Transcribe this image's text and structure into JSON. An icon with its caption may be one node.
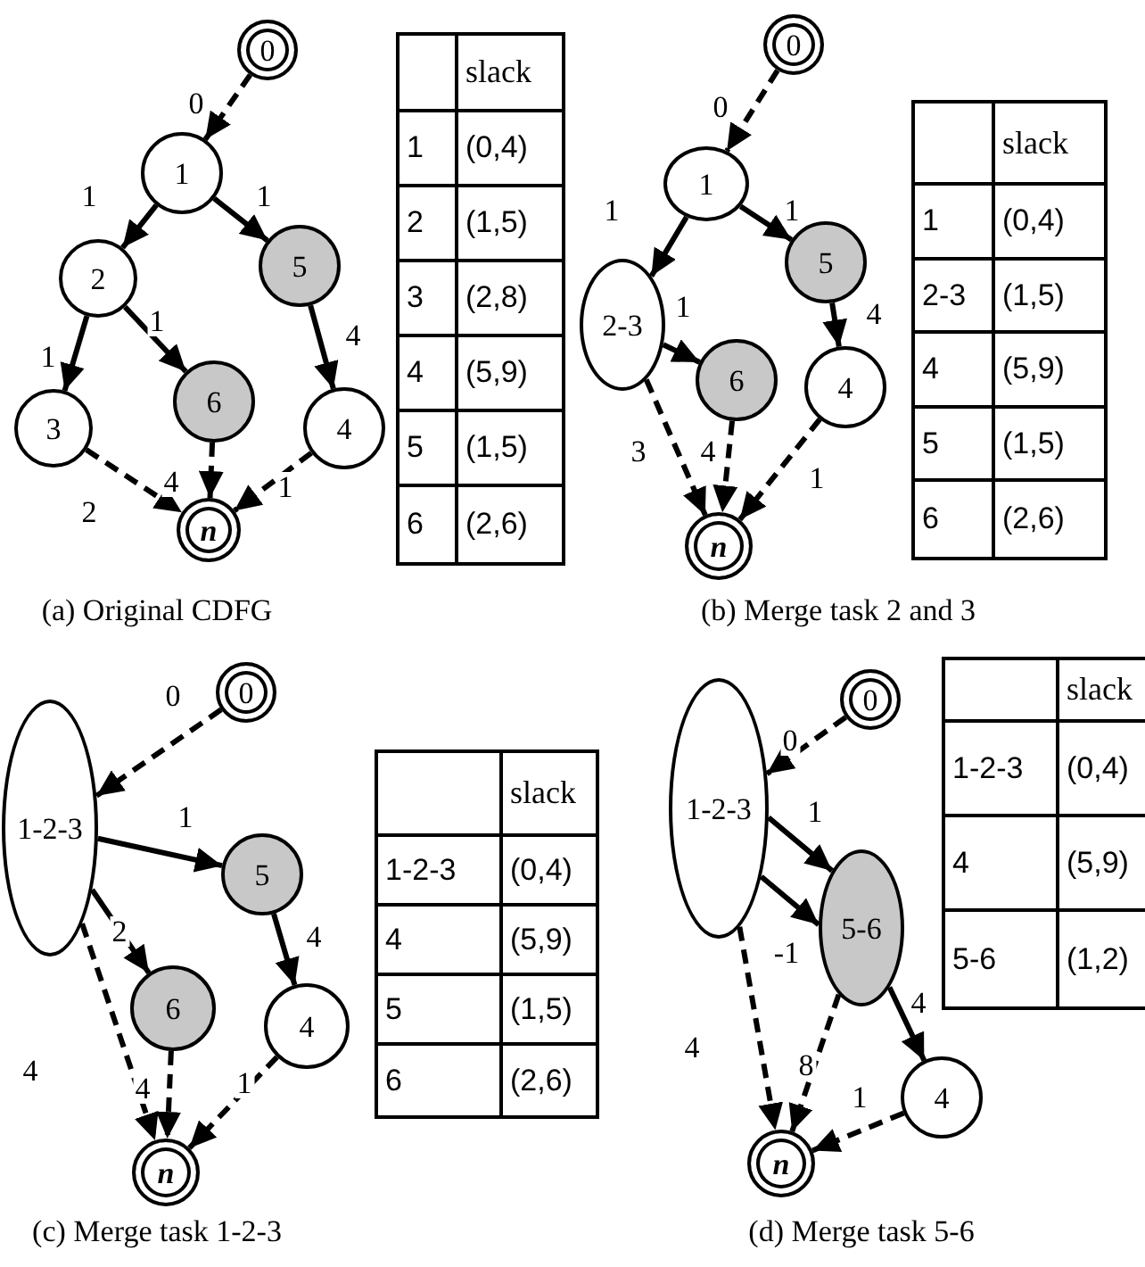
{
  "diagram": {
    "nodes": [
      {
        "text": [
          "0"
        ]
      },
      {
        "text": [
          "1"
        ]
      },
      {
        "text": [
          "2"
        ]
      },
      {
        "text": [
          "5"
        ]
      },
      {
        "text": [
          "3"
        ]
      },
      {
        "text": [
          "6"
        ]
      },
      {
        "text": [
          "4"
        ]
      },
      {
        "text": [
          "n"
        ]
      },
      {
        "text": [
          "0"
        ]
      },
      {
        "text": [
          "1"
        ]
      },
      {
        "text": [
          "2-3"
        ]
      },
      {
        "text": [
          "5"
        ]
      },
      {
        "text": [
          "6"
        ]
      },
      {
        "text": [
          "4"
        ]
      },
      {
        "text": [
          "n"
        ]
      },
      {
        "text": [
          "0"
        ]
      },
      {
        "text": [
          "1-2-3"
        ]
      },
      {
        "text": [
          "5"
        ]
      },
      {
        "text": [
          "6"
        ]
      },
      {
        "text": [
          "4"
        ]
      },
      {
        "text": [
          "n"
        ]
      },
      {
        "text": [
          "0"
        ]
      },
      {
        "text": [
          "1-2-3"
        ]
      },
      {
        "text": [
          "5-6"
        ]
      },
      {
        "text": [
          "4"
        ]
      },
      {
        "text": [
          "n"
        ]
      }
    ],
    "edges": [
      {
        "from": 0,
        "to": 1,
        "arrow": "to",
        "label": "0",
        "style": "dashed"
      },
      {
        "from": 1,
        "to": 2,
        "arrow": "to",
        "label": "1"
      },
      {
        "from": 1,
        "to": 3,
        "arrow": "to",
        "label": "1"
      },
      {
        "from": 2,
        "to": 4,
        "arrow": "to",
        "label": "1"
      },
      {
        "from": 2,
        "to": 5,
        "arrow": "to",
        "label": "1"
      },
      {
        "from": 3,
        "to": 6,
        "arrow": "to",
        "label": "4"
      },
      {
        "from": 4,
        "to": 7,
        "arrow": "to",
        "label": "2",
        "style": "dashed"
      },
      {
        "from": 5,
        "to": 7,
        "arrow": "to",
        "label": "4",
        "style": "dashed"
      },
      {
        "from": 6,
        "to": 7,
        "arrow": "to",
        "label": "1",
        "style": "dashed"
      },
      {
        "from": 8,
        "to": 9,
        "arrow": "to",
        "label": "0",
        "style": "dashed"
      },
      {
        "from": 9,
        "to": 10,
        "arrow": "to",
        "label": "1"
      },
      {
        "from": 9,
        "to": 11,
        "arrow": "to",
        "label": "1"
      },
      {
        "from": 10,
        "to": 12,
        "arrow": "to",
        "label": "1"
      },
      {
        "from": 11,
        "to": 13,
        "arrow": "to",
        "label": "4"
      },
      {
        "from": 10,
        "to": 14,
        "arrow": "to",
        "label": "3",
        "style": "dashed"
      },
      {
        "from": 12,
        "to": 14,
        "arrow": "to",
        "label": "4",
        "style": "dashed"
      },
      {
        "from": 13,
        "to": 14,
        "arrow": "to",
        "label": "1",
        "style": "dashed"
      },
      {
        "from": 15,
        "to": 16,
        "arrow": "to",
        "label": "0",
        "style": "dashed"
      },
      {
        "from": 16,
        "to": 17,
        "arrow": "to",
        "label": "1"
      },
      {
        "from": 16,
        "to": 18,
        "arrow": "to",
        "label": "2"
      },
      {
        "from": 17,
        "to": 19,
        "arrow": "to",
        "label": "4"
      },
      {
        "from": 16,
        "to": 20,
        "arrow": "to",
        "label": "4",
        "style": "dashed"
      },
      {
        "from": 18,
        "to": 20,
        "arrow": "to",
        "label": "4",
        "style": "dashed"
      },
      {
        "from": 19,
        "to": 20,
        "arrow": "to",
        "label": "1",
        "style": "dashed"
      },
      {
        "from": 21,
        "to": 22,
        "arrow": "to",
        "label": "0",
        "style": "dashed"
      },
      {
        "from": 22,
        "to": 23,
        "arrow": "to",
        "label": "1"
      },
      {
        "from": 22,
        "to": 23,
        "arrow": "to",
        "label": "-1"
      },
      {
        "from": 23,
        "to": 24,
        "arrow": "to",
        "label": "4"
      },
      {
        "from": 22,
        "to": 25,
        "arrow": "to",
        "label": "4",
        "style": "dashed"
      },
      {
        "from": 23,
        "to": 25,
        "arrow": "to",
        "label": "8",
        "style": "dashed"
      },
      {
        "from": 24,
        "to": 25,
        "arrow": "to",
        "label": "1",
        "style": "dashed"
      }
    ],
    "labels": [
      "slack",
      "1",
      "(0,4)",
      "2",
      "(1,5)",
      "3",
      "(2,8)",
      "4",
      "(5,9)",
      "5",
      "(1,5)",
      "6",
      "(2,6)",
      "(a) Original CDFG",
      "slack",
      "1",
      "(0,4)",
      "2-3",
      "(1,5)",
      "4",
      "(5,9)",
      "5",
      "(1,5)",
      "6",
      "(2,6)",
      "(b) Merge task 2 and 3",
      "slack",
      "1-2-3",
      "(0,4)",
      "4",
      "(5,9)",
      "5",
      "(1,5)",
      "6",
      "(2,6)",
      "(c) Merge task 1-2-3",
      "slack",
      "1-2-3",
      "(0,4)",
      "4",
      "(5,9)",
      "5-6",
      "(1,2)",
      "(d) Merge task 5-6"
    ]
  }
}
